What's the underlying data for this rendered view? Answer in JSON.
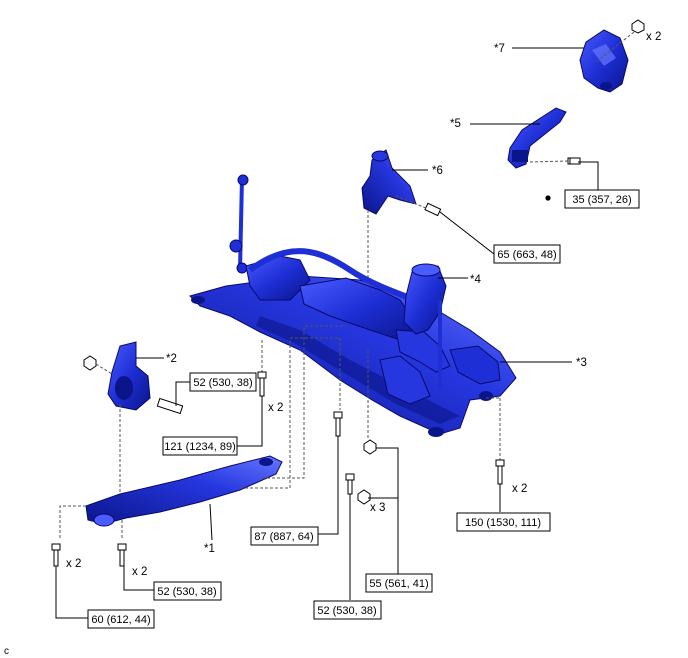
{
  "callouts": {
    "c1": "*1",
    "c2": "*2",
    "c3": "*3",
    "c4": "*4",
    "c5": "*5",
    "c6": "*6",
    "c7": "*7"
  },
  "multipliers": {
    "top_right": "x 2",
    "bolt_121": "x 2",
    "bolt_150": "x 2",
    "bolt_60": "x 2",
    "bolt_52_lower": "x 2",
    "bolt_55": "x 3"
  },
  "torques": {
    "t35": "35 (357, 26)",
    "t65": "65 (663, 48)",
    "t52_upper": "52 (530, 38)",
    "t121": "121 (1234, 89)",
    "t150": "150 (1530, 111)",
    "t87": "87 (887, 64)",
    "t55": "55 (561, 41)",
    "t52_lower": "52 (530, 38)",
    "t52_bottom": "52 (530, 38)",
    "t60": "60 (612, 44)"
  },
  "corner_mark": "c",
  "colors": {
    "part_blue": "#1e2fd6",
    "part_dark": "#0b158a",
    "part_light": "#5566ff"
  }
}
